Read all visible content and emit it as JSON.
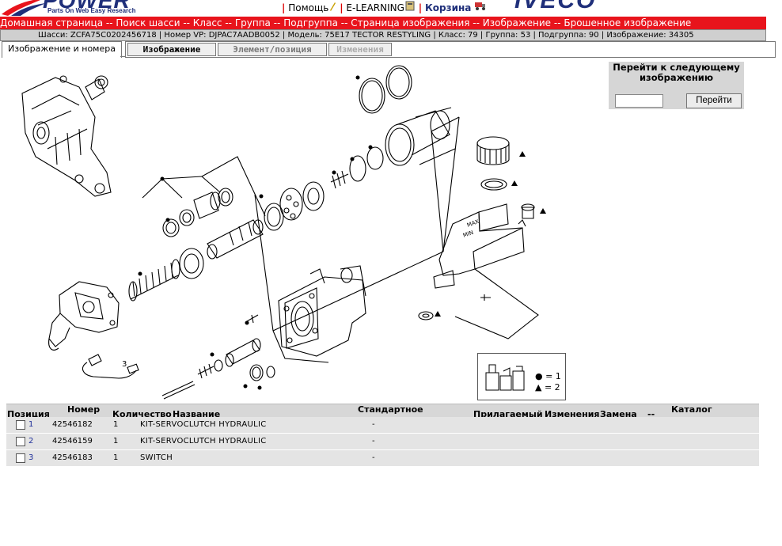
{
  "header": {
    "logo_brand": "POWER",
    "logo_tagline": "Parts On Web Easy Research",
    "nav": [
      {
        "label": "Помощь"
      },
      {
        "label": "E-LEARNING"
      },
      {
        "label": "Корзина"
      }
    ],
    "brand_logo": "IVECO"
  },
  "breadcrumb": "Домашная страница -- Поиск шасси -- Класс -- Группа -- Подгруппа -- Страница изображения -- Изображение -- Брошенное изображение",
  "vehicle_info": "Шасси: ZCFA75C0202456718 | Номер VP: DJPAC7AADB0052 | Модель: 75E17 TECTOR RESTYLING | Класс: 79 | Группа: 53 | Подгруппа: 90 | Изображение: 34305",
  "tabs": {
    "main": "Изображение и номера",
    "image": "Изображение",
    "element": "Элемент/позиция",
    "changes": "Изменения"
  },
  "goto": {
    "title": "Перейти к следующему изображению",
    "input_value": "",
    "button": "Перейти"
  },
  "drawing": {
    "callout_3": "3",
    "label_max": "MAX",
    "label_min": "MIN"
  },
  "legend": {
    "dot": "● = 1",
    "triangle": "▲ = 2"
  },
  "table": {
    "columns": [
      "Позиция",
      "Номер",
      "Количество",
      "Название",
      "Стандартное",
      "Прилагаемый",
      "Изменения",
      "Замена",
      "--",
      "Каталог"
    ],
    "rows": [
      {
        "pos": "1",
        "number": "42546182",
        "qty": "1",
        "name": "KIT-SERVOCLUTCH HYDRAULIC",
        "std": "-"
      },
      {
        "pos": "2",
        "number": "42546159",
        "qty": "1",
        "name": "KIT-SERVOCLUTCH HYDRAULIC",
        "std": "-"
      },
      {
        "pos": "3",
        "number": "42546183",
        "qty": "1",
        "name": "SWITCH",
        "std": "-"
      }
    ]
  },
  "colors": {
    "accent_red": "#e8141c",
    "brand_blue": "#1f2f7a",
    "info_bar": "#cfcfcf",
    "row_bg": "#e4e4e4"
  }
}
